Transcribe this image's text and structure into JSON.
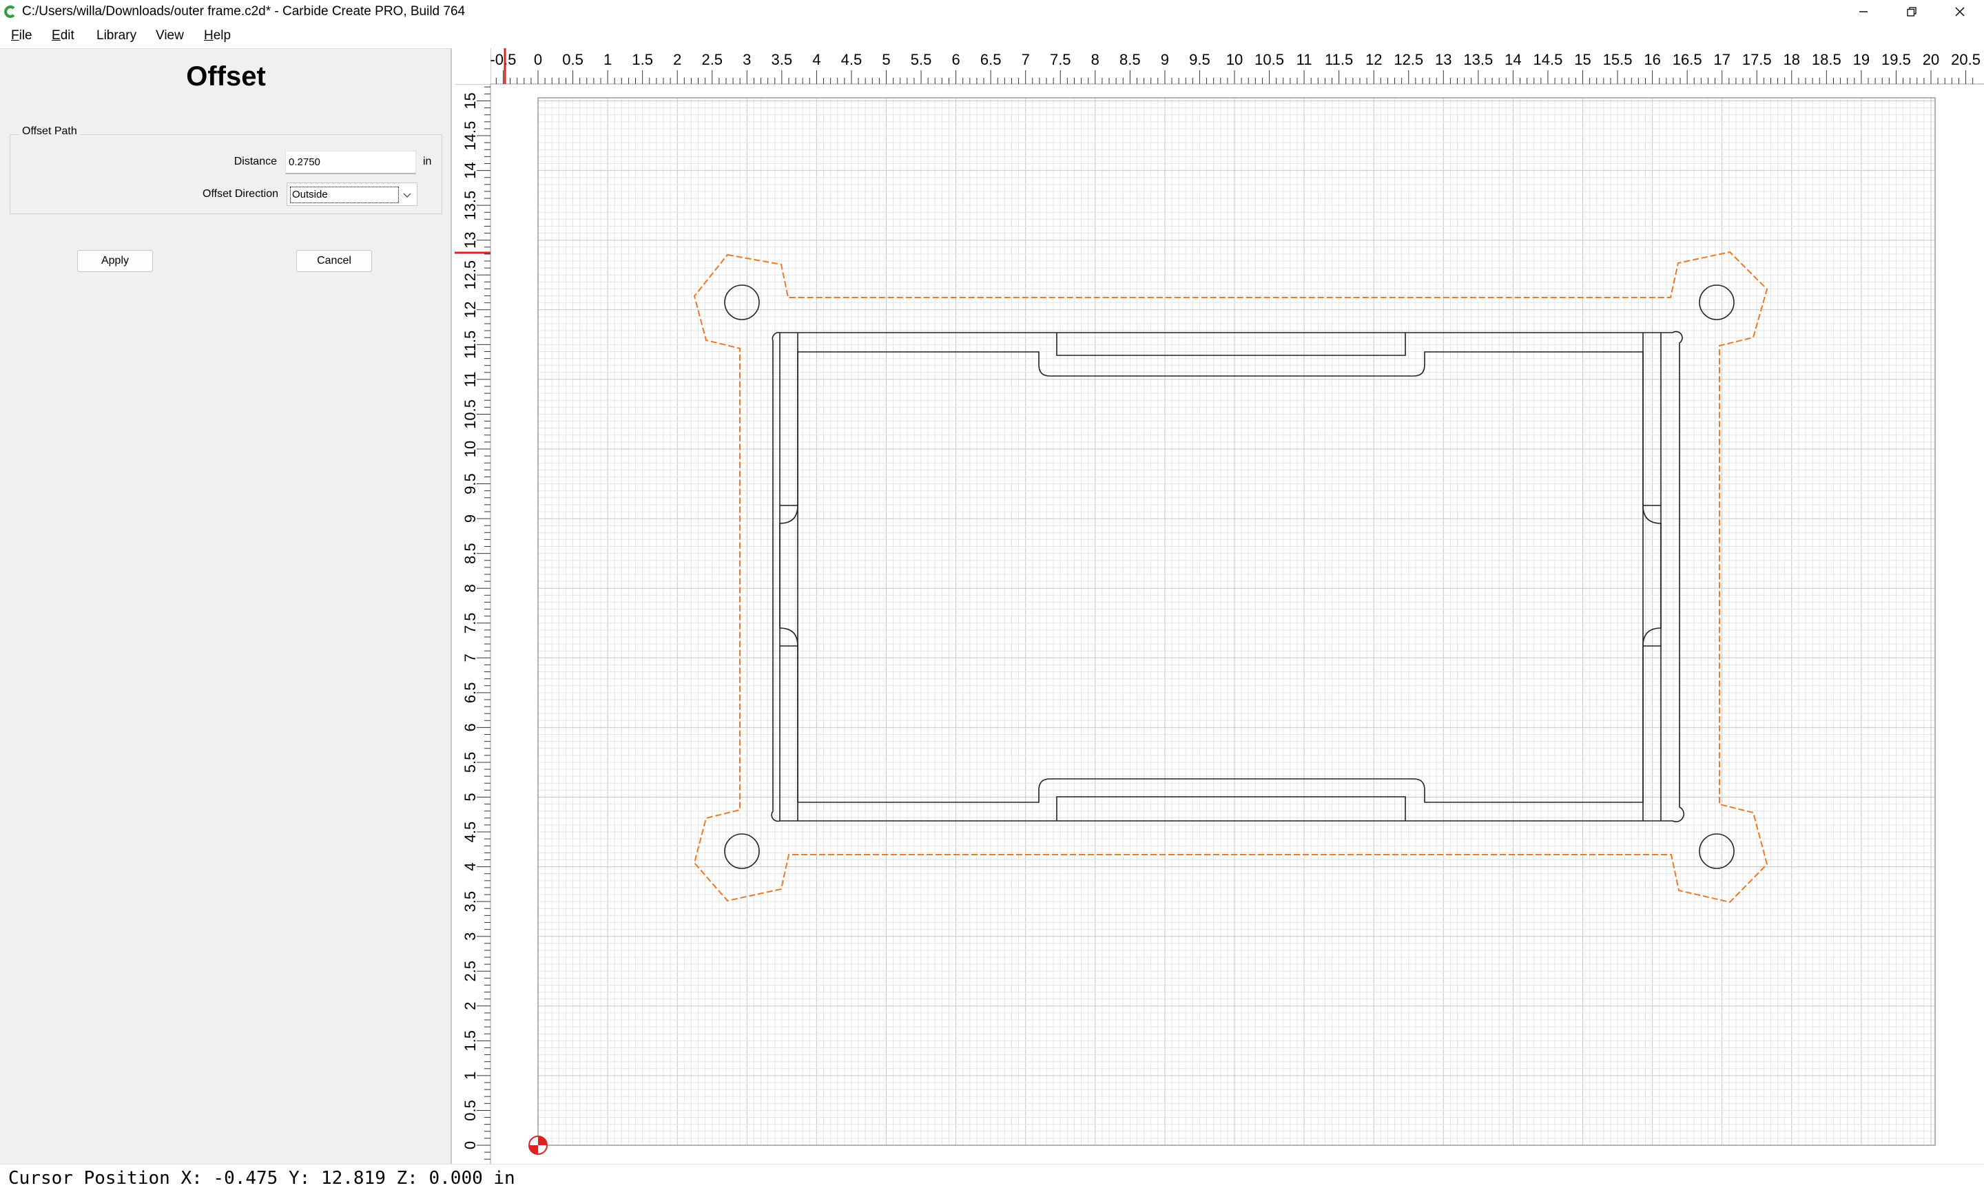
{
  "window": {
    "title": "C:/Users/willa/Downloads/outer frame.c2d* - Carbide Create PRO, Build 764"
  },
  "menu": [
    {
      "label": "File",
      "mnemonic": "F",
      "rest": "ile"
    },
    {
      "label": "Edit",
      "mnemonic": "E",
      "rest": "dit"
    },
    {
      "label": "Library",
      "mnemonic": "",
      "rest": "Library"
    },
    {
      "label": "View",
      "mnemonic": "",
      "rest": "View"
    },
    {
      "label": "Help",
      "mnemonic": "H",
      "rest": "elp"
    }
  ],
  "panel": {
    "title": "Offset",
    "group_title": "Offset Path",
    "distance_label": "Distance",
    "distance_value": "0.2750",
    "distance_unit": "in",
    "direction_label": "Offset Direction",
    "direction_value": "Outside",
    "apply_label": "Apply",
    "cancel_label": "Cancel"
  },
  "ruler": {
    "x_labels": [
      "-0.5",
      "0",
      "0.5",
      "1",
      "1.5",
      "2",
      "2.5",
      "3",
      "3.5",
      "4",
      "4.5",
      "5",
      "5.5",
      "6",
      "6.5",
      "7",
      "7.5",
      "8",
      "8.5",
      "9",
      "9.5",
      "10",
      "10.5",
      "11",
      "11.5",
      "12",
      "12.5",
      "13",
      "13.5",
      "14",
      "14.5",
      "15",
      "15.5",
      "16",
      "16.5",
      "17",
      "17.5",
      "18",
      "18.5",
      "19",
      "19.5",
      "20",
      "20.5"
    ],
    "y_labels": [
      "0",
      "0.5",
      "1",
      "1.5",
      "2",
      "2.5",
      "3",
      "3.5",
      "4",
      "4.5",
      "5",
      "5.5",
      "6",
      "6.5",
      "7",
      "7.5",
      "8",
      "8.5",
      "9",
      "9.5",
      "10",
      "10.5",
      "11",
      "11.5",
      "12",
      "12.5",
      "13",
      "13.5",
      "14",
      "14.5",
      "15"
    ]
  },
  "design": {
    "offset_color": "#f07820",
    "origin_color": "#e02020",
    "cursor_x": -0.475,
    "cursor_y": 12.819
  },
  "status": {
    "text": "Cursor Position X: -0.475 Y: 12.819 Z: 0.000 in"
  }
}
